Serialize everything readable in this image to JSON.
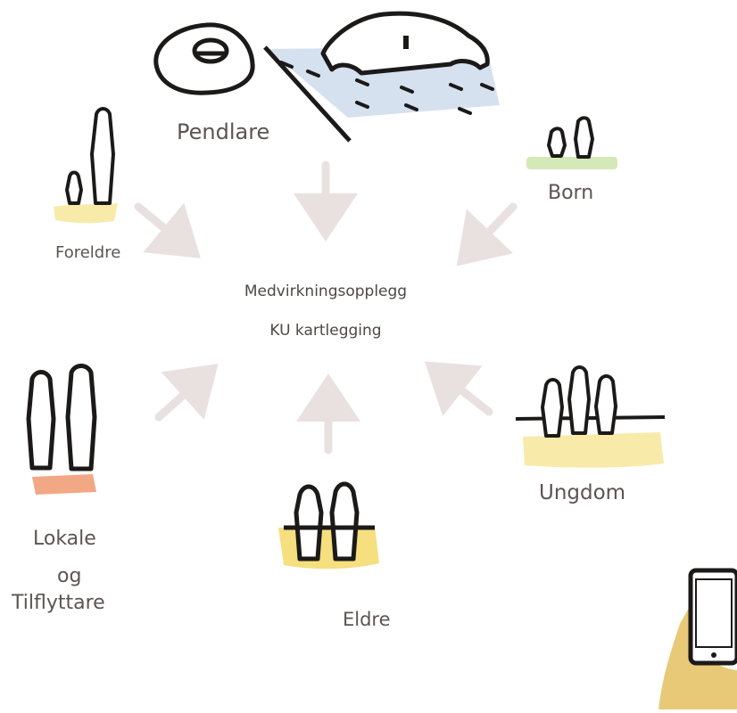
{
  "center": {
    "line1": "Medvirkningsopplegg",
    "line2": "KU kartlegging"
  },
  "groups": {
    "pendlare": "Pendlare",
    "born": "Born",
    "foreldre": "Foreldre",
    "ungdom": "Ungdom",
    "eldre": "Eldre",
    "lokale": {
      "line1": "Lokale",
      "line2": "og",
      "line3": "Tilflyttare"
    }
  },
  "colors": {
    "arrow": "#e9e1df",
    "ink": "#1c1919",
    "text": "#5c5452",
    "road": "#d6e1ef",
    "yellow": "#f5df7f",
    "pale_yellow": "#f8eaa9",
    "green": "#d5e8b8",
    "salmon": "#f2a884",
    "hand": "#e8c978",
    "phone_screen": "#ffffff"
  },
  "icons": [
    "car-icon",
    "road-icon",
    "people-icon",
    "smartphone-icon",
    "hand-icon",
    "arrow-icon"
  ]
}
